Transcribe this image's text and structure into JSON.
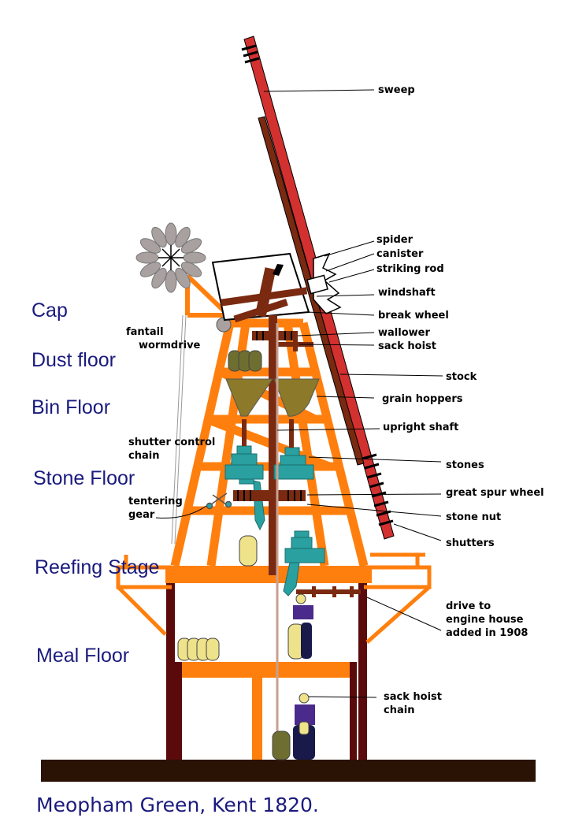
{
  "colors": {
    "frame": "#ff7f0e",
    "post": "#5a0a0a",
    "ground": "#2a1205",
    "sweep": "#d33030",
    "stock": "#7a2a10",
    "stones": "#2aa0a0",
    "hopper": "#8c7a2a",
    "sack": "#eee28a",
    "text_blue": "#1a1a7e"
  },
  "floors": {
    "cap": "Cap",
    "dust": "Dust floor",
    "bin": "Bin Floor",
    "stone": "Stone Floor",
    "reefing": "Reefing Stage",
    "meal": "Meal Floor"
  },
  "labels": {
    "sweep": "sweep",
    "spider": "spider",
    "canister": "canister",
    "striking_rod": "striking rod",
    "windshaft": "windshaft",
    "break_wheel": "break wheel",
    "wallower": "wallower",
    "sack_hoist": "sack hoist",
    "stock": "stock",
    "grain_hoppers": "grain hoppers",
    "upright_shaft": "upright shaft",
    "stones": "stones",
    "great_spur_wheel": "great  spur wheel",
    "stone_nut": "stone nut",
    "shutters": "shutters",
    "fantail": "fantail",
    "wormdrive": "wormdrive",
    "shutter_control_1": "shutter control",
    "shutter_control_2": "chain",
    "tentering_1": "tentering",
    "tentering_2": "gear",
    "drive_1": "drive to",
    "drive_2": "engine house",
    "drive_3": "added in 1908",
    "sack_chain_1": "sack hoist",
    "sack_chain_2": "chain"
  },
  "caption": "Meopham Green, Kent 1820."
}
